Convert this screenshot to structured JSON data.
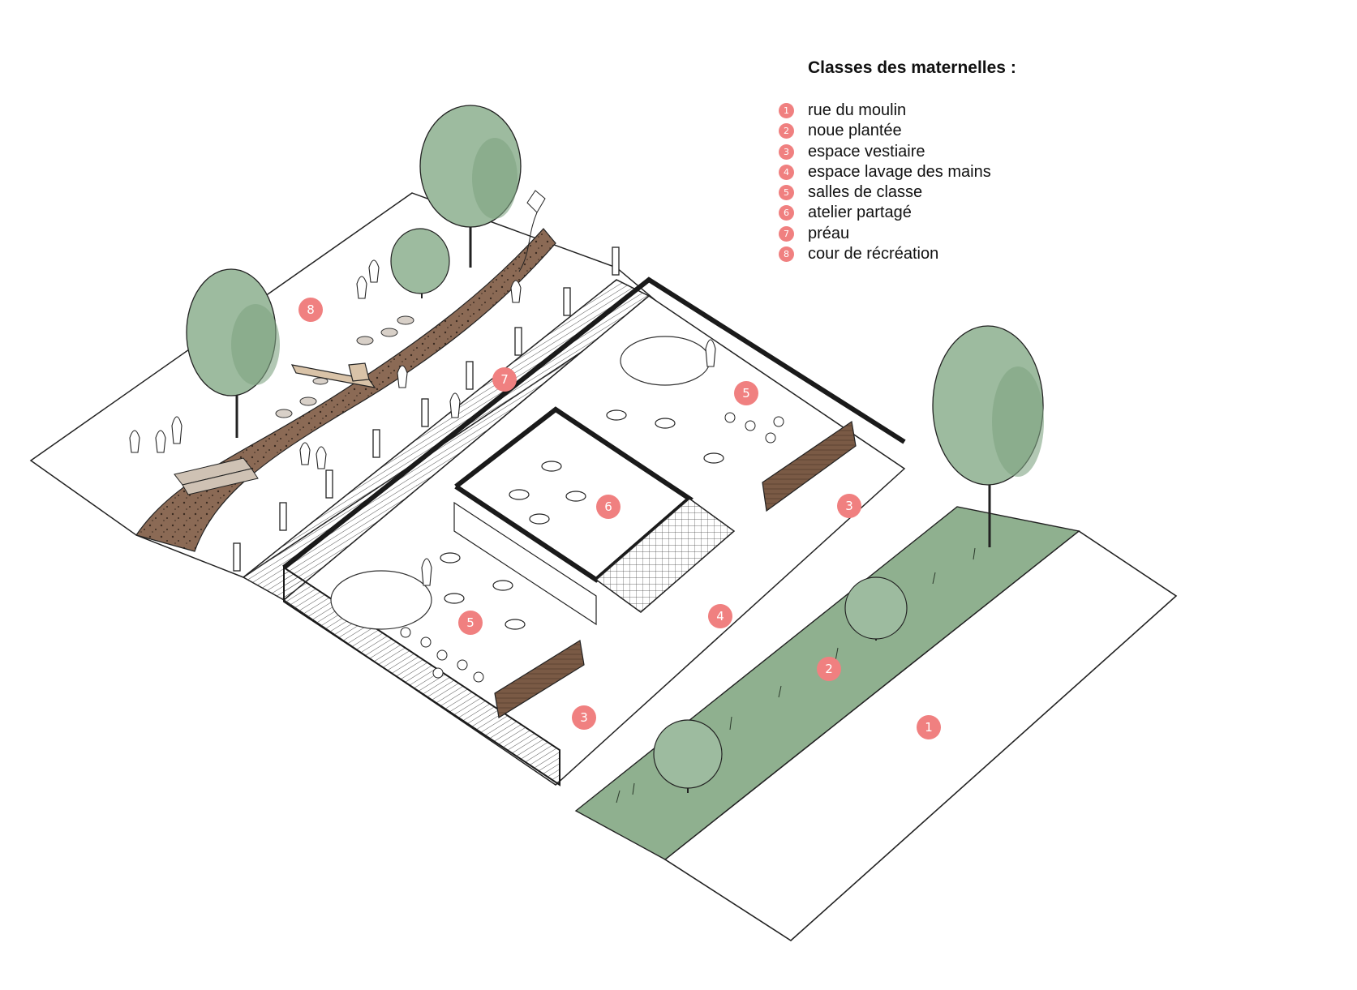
{
  "legend": {
    "title": "Classes des maternelles :",
    "items": [
      {
        "number": "1",
        "label": "rue du moulin"
      },
      {
        "number": "2",
        "label": "noue plantée"
      },
      {
        "number": "3",
        "label": "espace vestiaire"
      },
      {
        "number": "4",
        "label": "espace lavage des mains"
      },
      {
        "number": "5",
        "label": "salles de classe"
      },
      {
        "number": "6",
        "label": "atelier partagé"
      },
      {
        "number": "7",
        "label": "préau"
      },
      {
        "number": "8",
        "label": "cour de récréation"
      }
    ]
  },
  "markers": [
    "1",
    "2",
    "3",
    "3",
    "4",
    "5",
    "5",
    "6",
    "7",
    "8"
  ],
  "colors": {
    "marker": "#f08080",
    "tree_foliage": "#9dbb9f",
    "tree_shade": "#7fa382",
    "grass": "#8fb08f",
    "soil": "#8b6a55",
    "wall": "#1a1a1a",
    "brick": "#7a5a45",
    "ink": "#222222"
  },
  "icons": {
    "tree": "tree-icon",
    "child": "child-figure-icon",
    "table": "table-icon",
    "kite": "kite-icon"
  }
}
